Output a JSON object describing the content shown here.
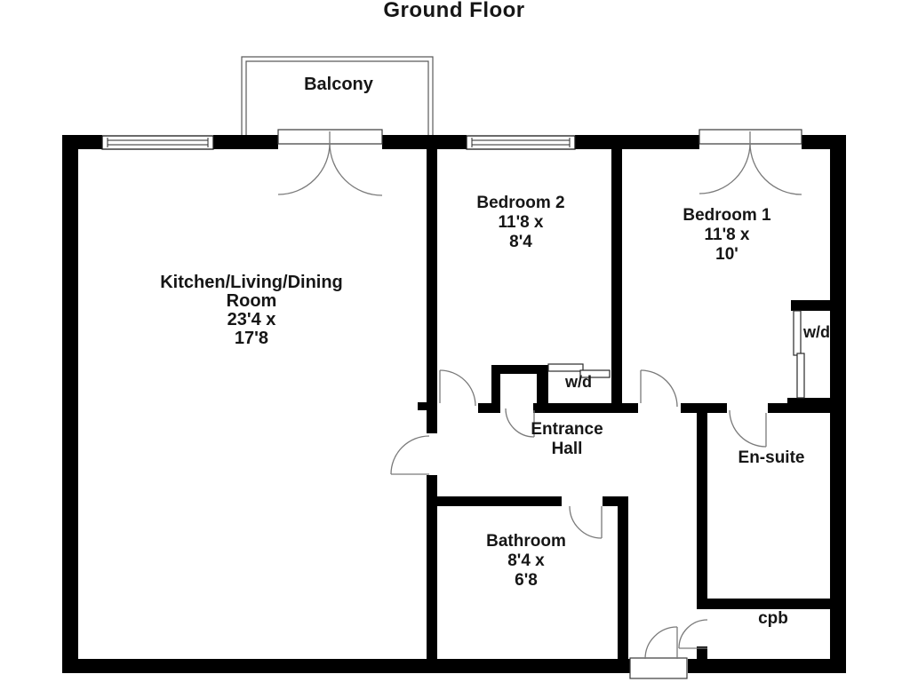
{
  "title": "Ground Floor",
  "colors": {
    "wall": "#000000",
    "door_line": "#7a7a7a",
    "text": "#161616",
    "background": "#ffffff"
  },
  "rooms": {
    "balcony": {
      "lines": [
        "Balcony"
      ]
    },
    "kitchen_living_dining": {
      "lines": [
        "Kitchen/Living/Dining",
        "Room",
        "23'4 x",
        "17'8"
      ]
    },
    "bedroom2": {
      "lines": [
        "Bedroom 2",
        "11'8 x",
        "8'4"
      ]
    },
    "bedroom1": {
      "lines": [
        "Bedroom 1",
        "11'8 x",
        "10'"
      ]
    },
    "entrance_hall": {
      "lines": [
        "Entrance",
        "Hall"
      ]
    },
    "bathroom": {
      "lines": [
        "Bathroom",
        "8'4 x",
        "6'8"
      ]
    },
    "ensuite": {
      "lines": [
        "En-suite"
      ]
    },
    "cupboard": {
      "lines": [
        "cpb"
      ]
    },
    "wd_hall": {
      "lines": [
        "w/d"
      ]
    },
    "wd_bedroom1": {
      "lines": [
        "w/d"
      ]
    }
  }
}
